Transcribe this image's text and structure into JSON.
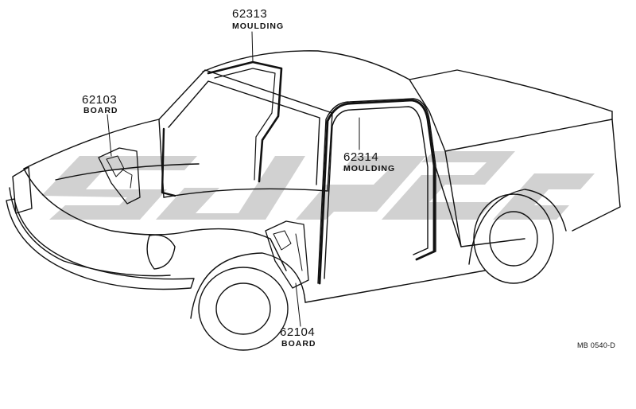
{
  "callouts": {
    "c62313": {
      "part_no": "62313",
      "name": "MOULDING"
    },
    "c62103": {
      "part_no": "62103",
      "name": "BOARD"
    },
    "c62314": {
      "part_no": "62314",
      "name": "MOULDING"
    },
    "c62104": {
      "part_no": "62104",
      "name": "BOARD"
    }
  },
  "diagram_code": "MB 0540-D",
  "colors": {
    "line": "#111111",
    "watermark": "#c9c9c9",
    "background": "#ffffff"
  }
}
